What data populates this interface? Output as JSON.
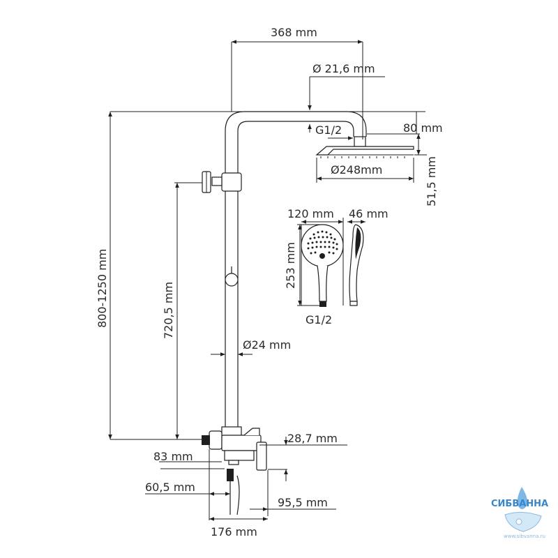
{
  "drawing": {
    "dim_width_top": "368 mm",
    "dim_arm_diameter": "Ø 21,6 mm",
    "dim_thread_top": "G1/2",
    "dim_head_thickness": "80 mm",
    "dim_head_diameter": "Ø248mm",
    "dim_head_offset": "51,5 mm",
    "dim_hand_width": "120 mm",
    "dim_hand_depth": "46 mm",
    "dim_hand_length": "253 mm",
    "dim_thread_hand": "G1/2",
    "dim_total_height": "800-1250 mm",
    "dim_holder_height": "720,5 mm",
    "dim_rod_diameter": "Ø24 mm",
    "dim_mixer_offset": "28,7 mm",
    "dim_mixer_height": "83 mm",
    "dim_spout_height": "60,5 mm",
    "dim_spout_projection": "95,5 mm",
    "dim_wall_depth": "176 mm"
  },
  "watermark": {
    "brand": "СИБВАННА",
    "site": "www.sibvanna.ru"
  }
}
